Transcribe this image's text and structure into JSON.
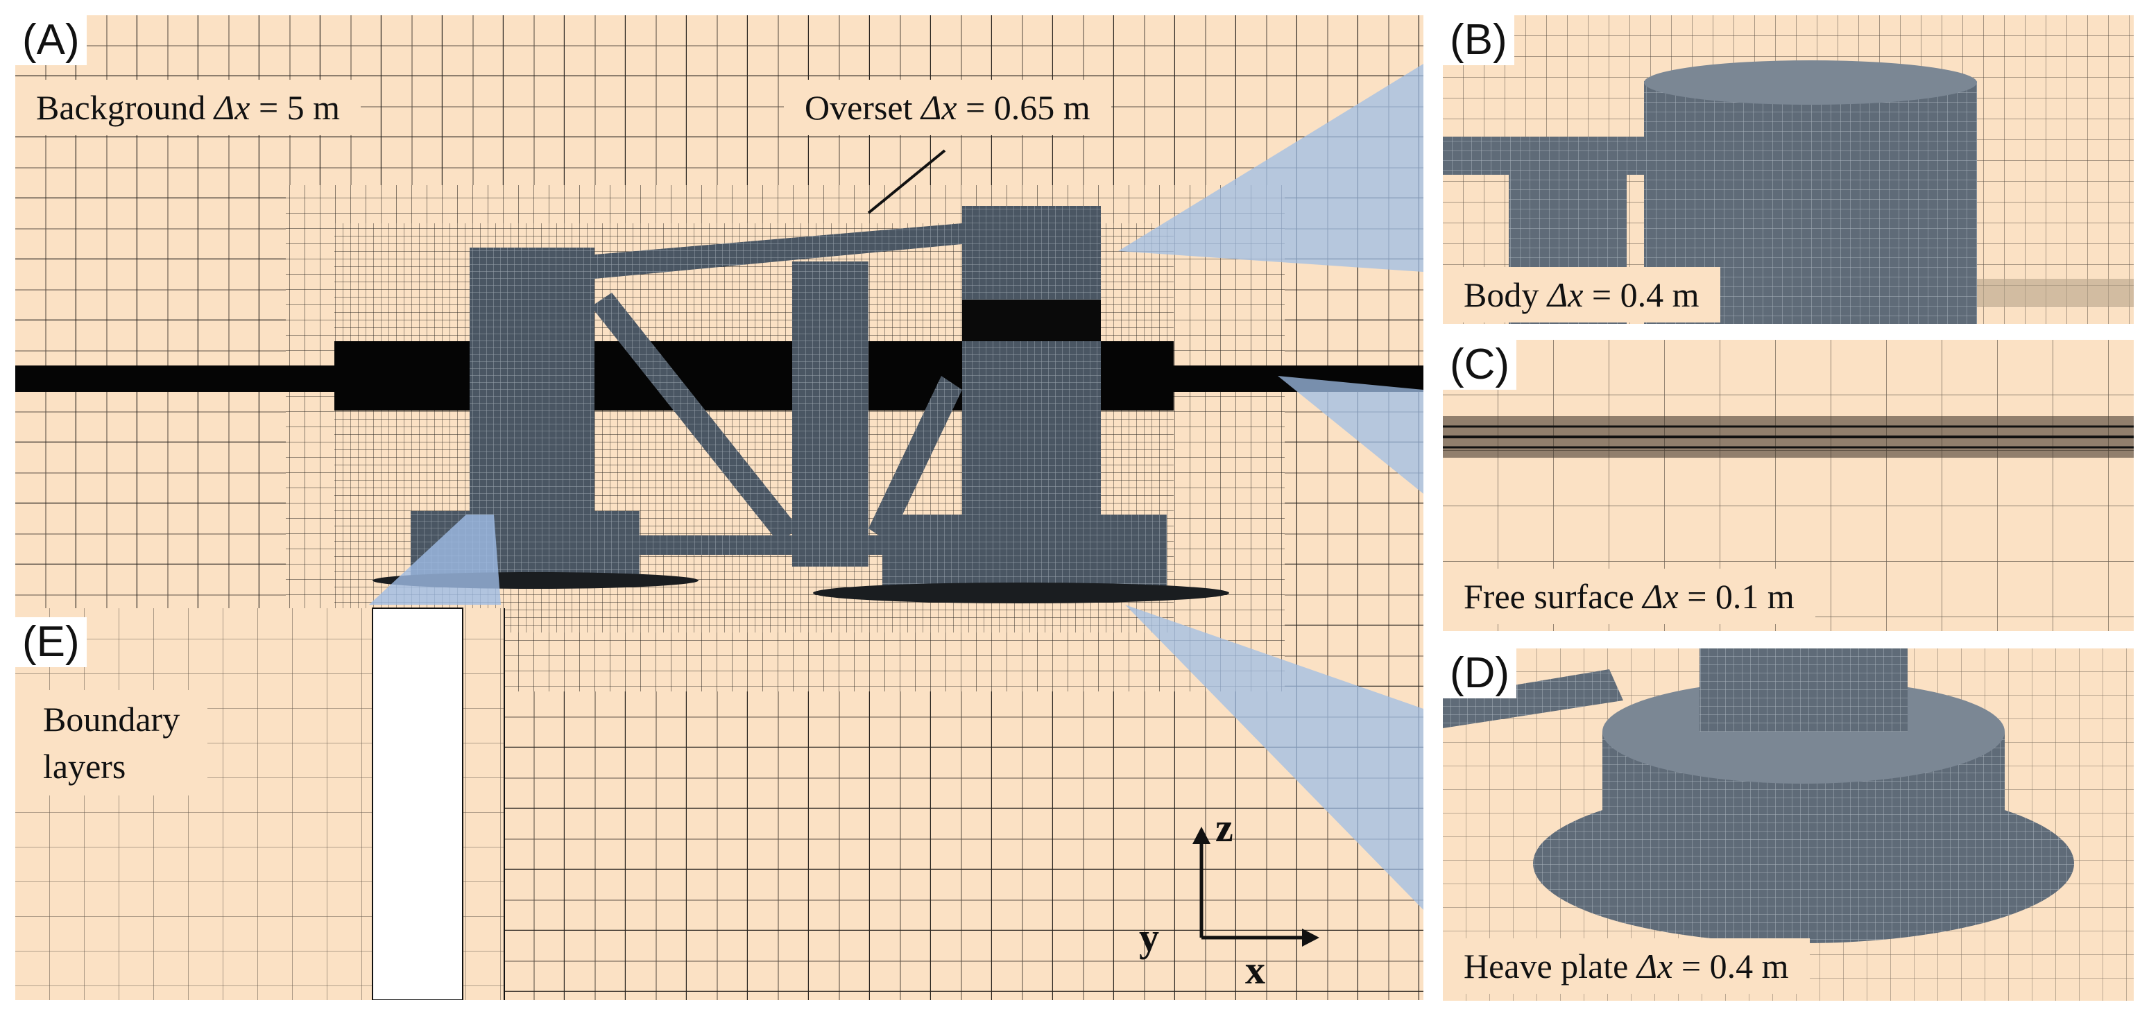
{
  "panels": {
    "a": {
      "label": "(A)"
    },
    "b": {
      "label": "(B)"
    },
    "c": {
      "label": "(C)"
    },
    "d": {
      "label": "(D)"
    },
    "e": {
      "label": "(E)"
    }
  },
  "captions": {
    "background_prefix": "Background ",
    "background_var": "Δx",
    "background_suffix": " = 5 m",
    "overset_prefix": "Overset ",
    "overset_var": "Δx",
    "overset_suffix": " = 0.65 m",
    "body_prefix": "Body ",
    "body_var": "Δx",
    "body_suffix": " = 0.4 m",
    "free_surface_prefix": "Free surface ",
    "free_surface_var": "Δx",
    "free_surface_suffix": " = 0.1 m",
    "heave_plate_prefix": "Heave plate ",
    "heave_plate_var": "Δx",
    "heave_plate_suffix": " = 0.4 m",
    "boundary_line1": "Boundary",
    "boundary_line2": "layers"
  },
  "axes": {
    "z": "z",
    "y": "y",
    "x": "x"
  },
  "colors": {
    "fluid_background": "#fbe1c4",
    "grid_line": "#2a2520",
    "structure_mesh": "#4a5663",
    "callout_wedge": "#9fbde6",
    "free_surface_band": "#050505"
  }
}
